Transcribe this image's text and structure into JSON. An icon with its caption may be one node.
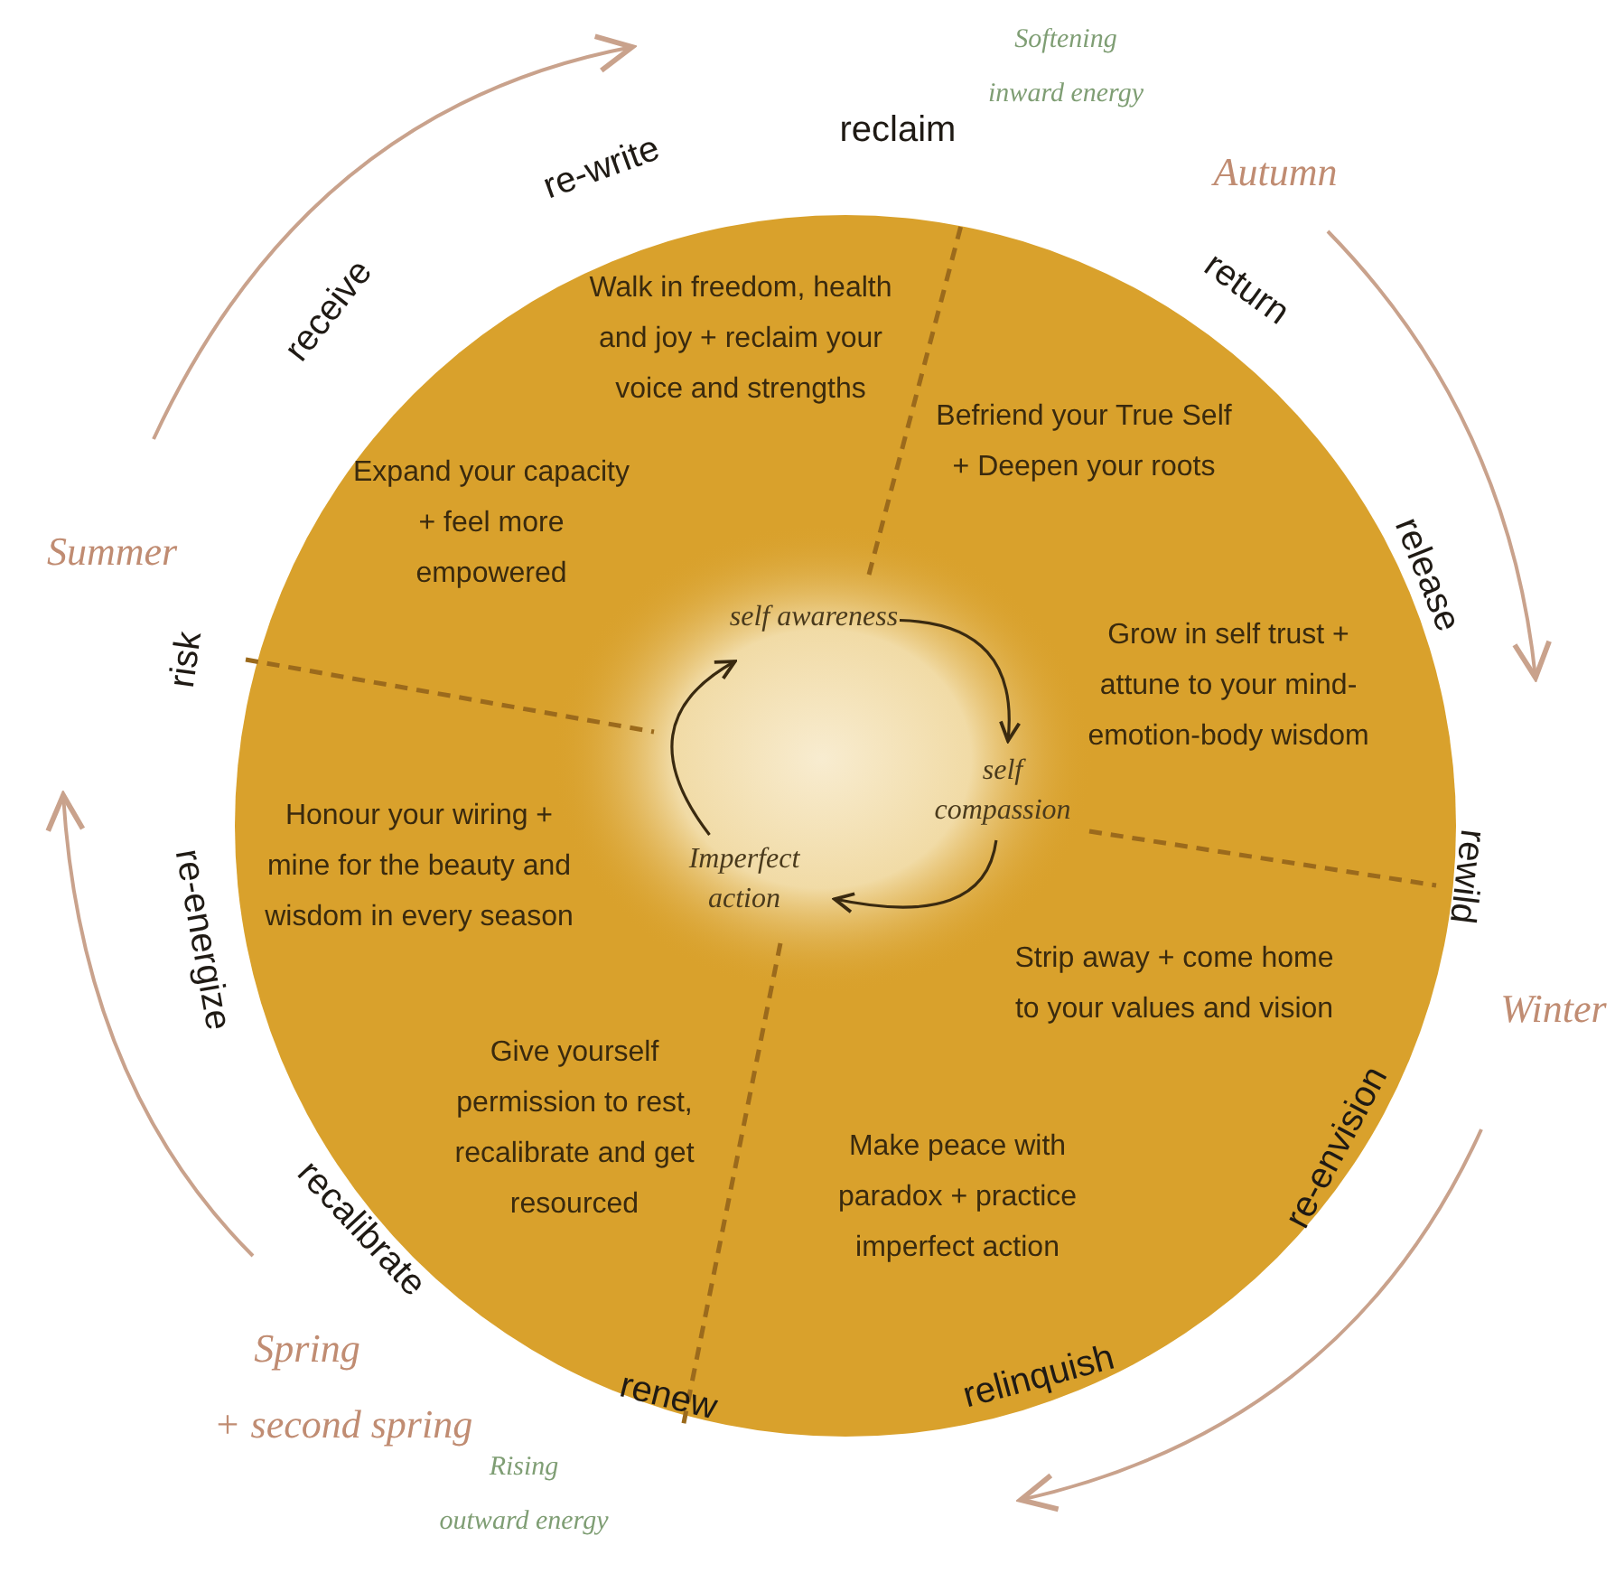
{
  "diagram": {
    "nodes": [
      {
        "text": [],
        "shape": "circle"
      },
      {
        "text": [
          "self awareness"
        ],
        "in": 0
      },
      {
        "text": [
          "self compassion"
        ],
        "in": 0
      },
      {
        "text": [
          "Imperfect action"
        ],
        "in": 0
      }
    ],
    "edges": [
      {
        "from": 1,
        "to": 2,
        "arrow": "to"
      },
      {
        "from": 2,
        "to": 3,
        "arrow": "to"
      },
      {
        "from": 3,
        "to": 1,
        "arrow": "to"
      }
    ],
    "labels": [
      "Softening",
      "inward energy",
      "re-write",
      "reclaim",
      "Autumn",
      "receive",
      "return",
      "Walk in freedom, health and joy + reclaim your voice and strengths",
      "Befriend your True Self + Deepen your roots",
      "Expand your capacity + feel more empowered",
      "Summer",
      "release",
      "Grow in self trust + attune to your mind-emotion-body wisdom",
      "risk",
      "Honour your wiring + mine for the beauty and wisdom in every season",
      "rewild",
      "re-energize",
      "Strip away + come home to your values and vision",
      "Winter",
      "Give yourself permission to rest, recalibrate and get resourced",
      "re-envision",
      "Make peace with paradox + practice imperfect action",
      "recalibrate",
      "Spring",
      "relinquish",
      "renew",
      "+ second spring",
      "Rising",
      "outward energy"
    ]
  }
}
